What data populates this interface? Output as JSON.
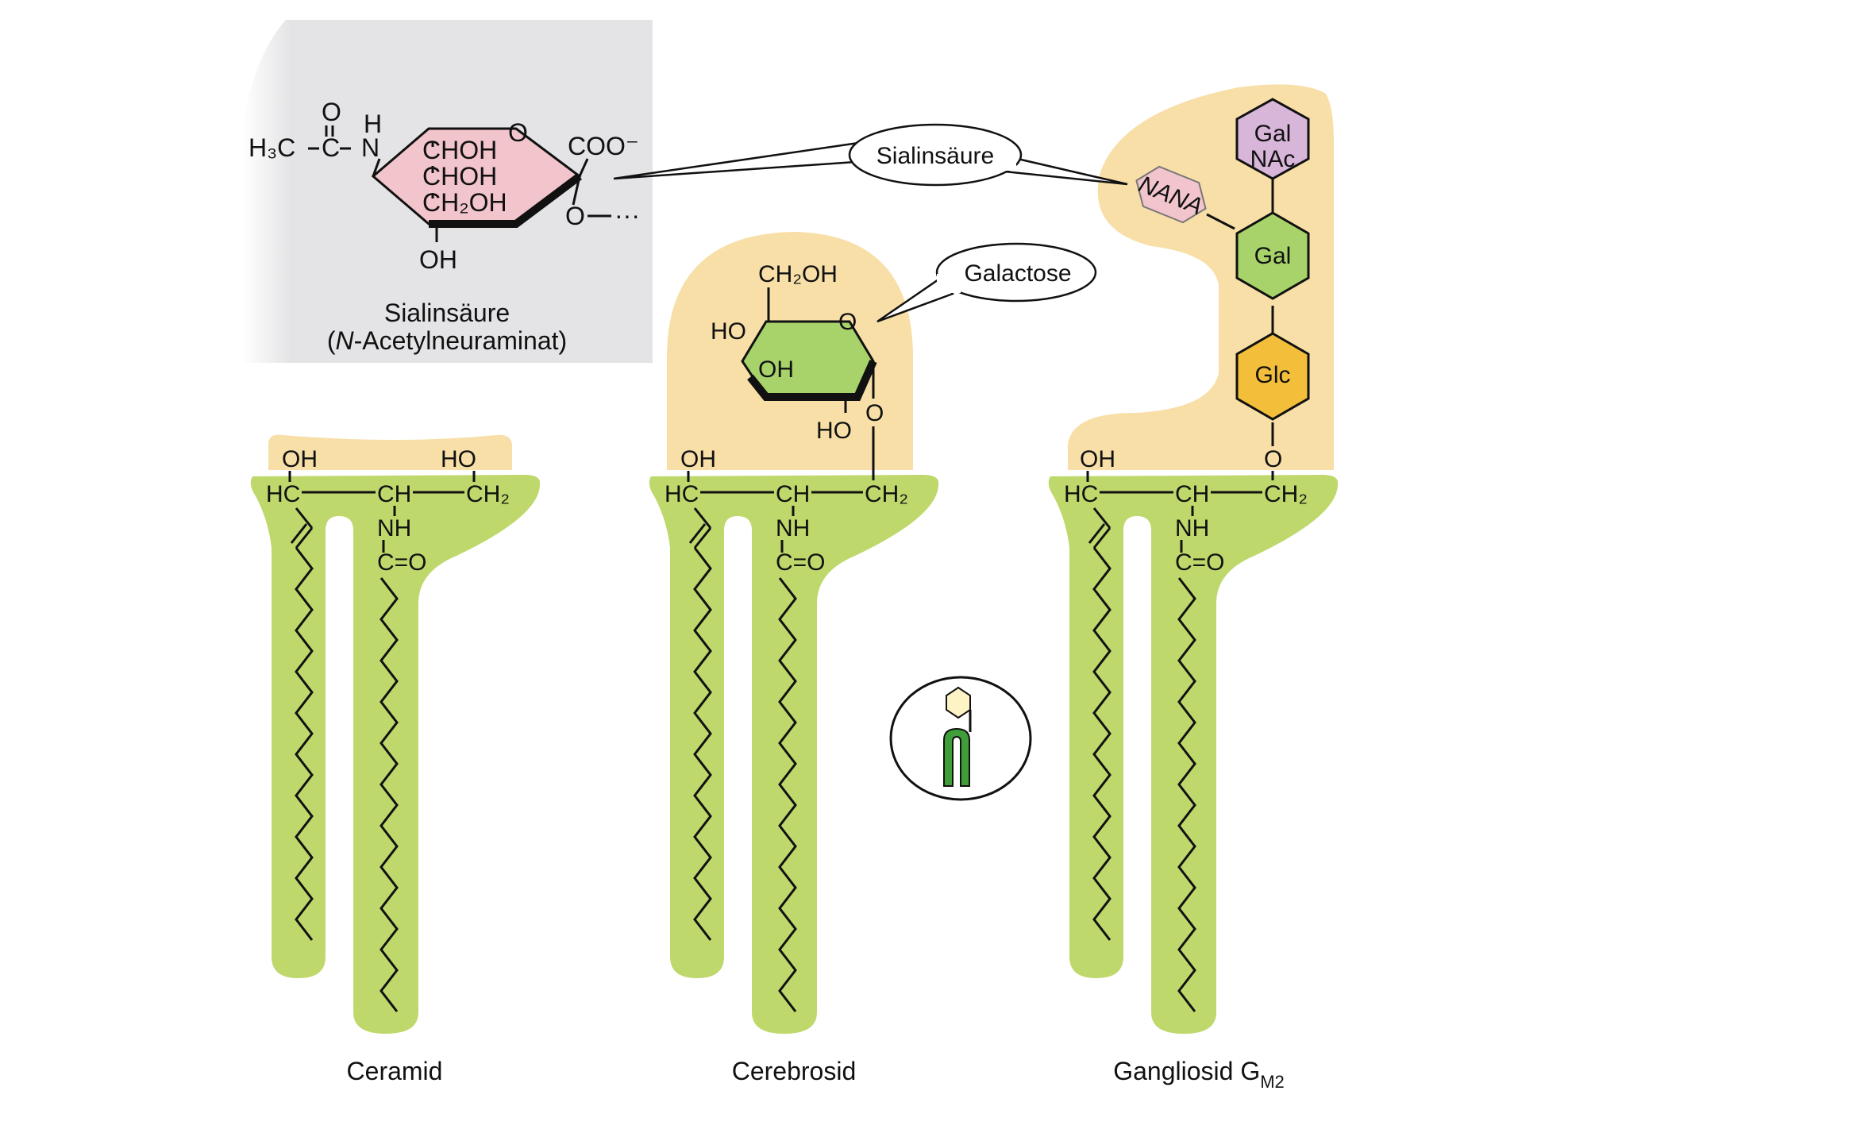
{
  "colors": {
    "lipid_green": "#bed86c",
    "headgroup_beige": "#f8dfa8",
    "sugar_green": "#a8d36a",
    "sialic_pink": "#f2c4cc",
    "galnac_purple": "#d8b6da",
    "glc_orange": "#f3be3a",
    "inset_gray": "#e4e4e6"
  },
  "inset": {
    "name_line1": "Sialinsäure",
    "name_line2_italic": "N",
    "name_line2_rest": "-Acetylneuraminat)",
    "name_line2_open": "(",
    "formula": {
      "h3c": "H₃C",
      "c": "C",
      "o_top": "O",
      "h": "H",
      "n": "N",
      "ring_o": "O",
      "choh1": "CHOH",
      "choh2": "CHOH",
      "ch2oh": "CH₂OH",
      "coo": "COO⁻",
      "o_link": "O",
      "dots": "···",
      "oh": "OH"
    }
  },
  "callouts": {
    "sialinsaeure": "Sialinsäure",
    "galactose": "Galactose"
  },
  "galactose_ring": {
    "ch2oh": "CH₂OH",
    "ring_o": "O",
    "ho_left": "HO",
    "oh_mid": "OH",
    "ho_bottom": "HO",
    "o_link": "O"
  },
  "sugars": {
    "nana": "NANA",
    "galnac_l1": "Gal",
    "galnac_l2": "NAc",
    "gal": "Gal",
    "glc": "Glc",
    "o_link": "O"
  },
  "backbone": {
    "oh": "OH",
    "ho": "HO",
    "hc": "HC",
    "ch": "CH",
    "ch2": "CH₂",
    "nh": "NH",
    "c_eq_o": "C=O"
  },
  "captions": {
    "ceramid": "Ceramid",
    "cerebrosid": "Cerebrosid",
    "gangliosid": "Gangliosid G",
    "gangliosid_sub": "M2"
  }
}
